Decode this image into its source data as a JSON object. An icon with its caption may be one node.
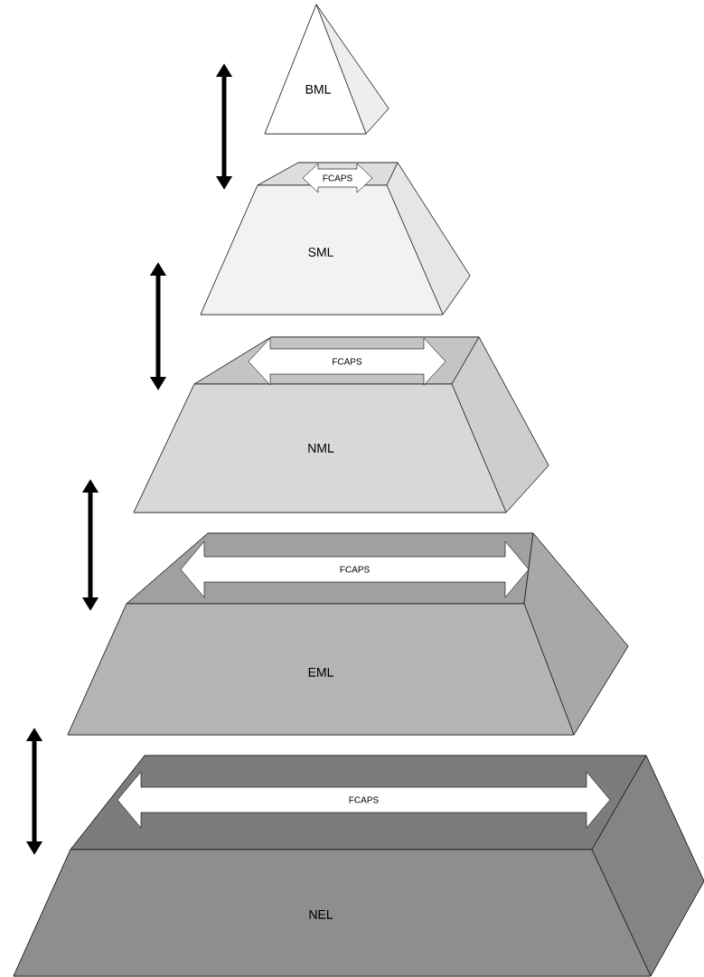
{
  "diagram": {
    "nodes": [
      {
        "text": [
          "BML"
        ]
      },
      {
        "text": [
          "SML"
        ]
      },
      {
        "text": [
          "FCAPS"
        ],
        "in": 1
      },
      {
        "text": [
          "NML"
        ]
      },
      {
        "text": [
          "FCAPS"
        ],
        "in": 3
      },
      {
        "text": [
          "EML"
        ]
      },
      {
        "text": [
          "FCAPS"
        ],
        "in": 5
      },
      {
        "text": [
          "NEL"
        ]
      },
      {
        "text": [
          "FCAPS"
        ],
        "in": 7
      }
    ]
  }
}
